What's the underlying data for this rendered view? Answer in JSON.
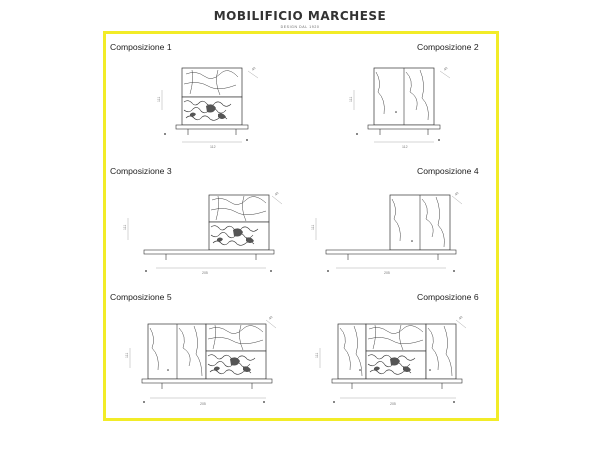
{
  "brand": {
    "name": "MOBILIFICIO MARCHESE",
    "tagline": "DESIGN DAL 1920"
  },
  "compositions": [
    {
      "title": "Composizione 1",
      "width_label": "112",
      "height_label": "111",
      "depth_label": "40"
    },
    {
      "title": "Composizione 2",
      "width_label": "112",
      "height_label": "111",
      "depth_label": "40"
    },
    {
      "title": "Composizione 3",
      "width_label": "205",
      "height_label": "111",
      "depth_label": "40"
    },
    {
      "title": "Composizione 4",
      "width_label": "205",
      "height_label": "111",
      "depth_label": "40"
    },
    {
      "title": "Composizione 5",
      "width_label": "205",
      "height_label": "111",
      "depth_label": "40"
    },
    {
      "title": "Composizione 6",
      "width_label": "205",
      "height_label": "111",
      "depth_label": "40"
    }
  ],
  "colors": {
    "frame": "#f2ec28",
    "line": "#333333"
  }
}
